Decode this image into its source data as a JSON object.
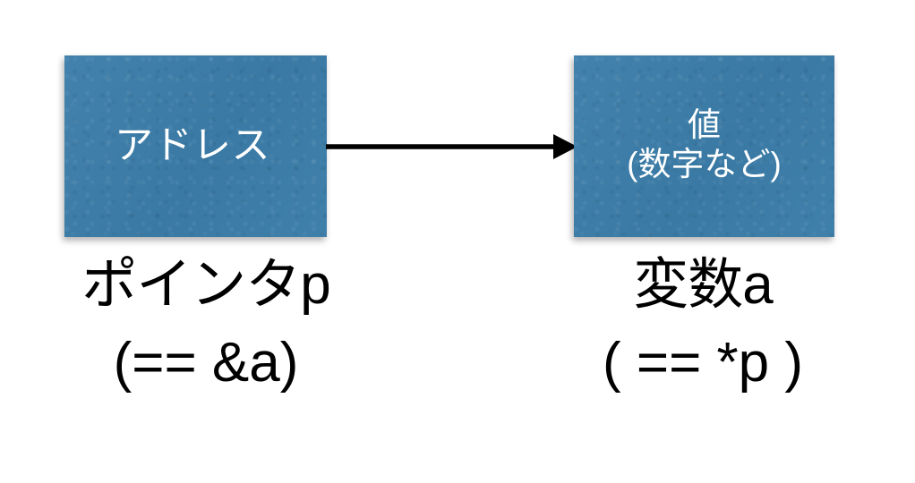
{
  "diagram": {
    "title": "pointer-and-variable-memory-diagram",
    "background_color": "#ffffff",
    "box_color": "#3b7da9",
    "box_text_color": "#ffffff",
    "caption_text_color": "#000000",
    "arrow_color": "#000000",
    "boxes": {
      "address": {
        "label": "アドレス"
      },
      "value": {
        "line1": "値",
        "line2": "(数字など)"
      }
    },
    "arrow": {
      "name": "points-to-arrow",
      "direction": "left-to-right",
      "head": "filled-triangle"
    },
    "captions": {
      "pointer": {
        "line1": "ポインタp",
        "line2": "(== &a)"
      },
      "variable": {
        "line1": "変数a",
        "line2": "( == *p )"
      }
    }
  }
}
